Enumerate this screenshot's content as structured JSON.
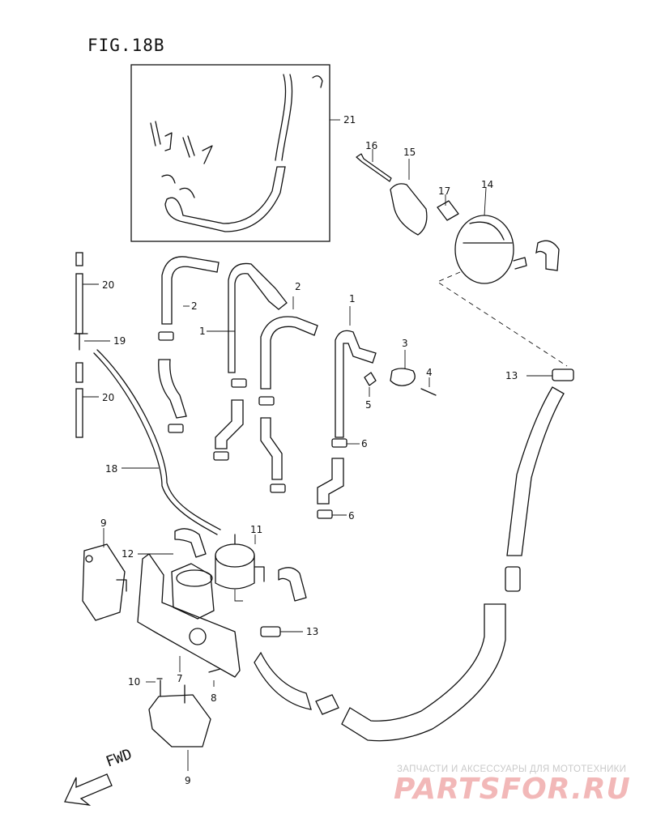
{
  "figure": {
    "title": "FIG.18B"
  },
  "callouts": {
    "c21": "21",
    "c16": "16",
    "c15": "15",
    "c17": "17",
    "c14": "14",
    "c20a": "20",
    "c20b": "20",
    "c19": "19",
    "c18": "18",
    "c2a": "2",
    "c2b": "2",
    "c1a": "1",
    "c1b": "1",
    "c3": "3",
    "c4": "4",
    "c5": "5",
    "c6a": "6",
    "c6b": "6",
    "c13a": "13",
    "c13b": "13",
    "c11": "11",
    "c12": "12",
    "c9a": "9",
    "c9b": "9",
    "c10": "10",
    "c7": "7",
    "c8": "8"
  },
  "direction": {
    "label": "FWD"
  },
  "watermark": {
    "tagline": "ЗАПЧАСТИ И АКСЕССУАРЫ ДЛЯ МОТОТЕХНИКИ",
    "logo": "PARTSFOR.RU"
  }
}
